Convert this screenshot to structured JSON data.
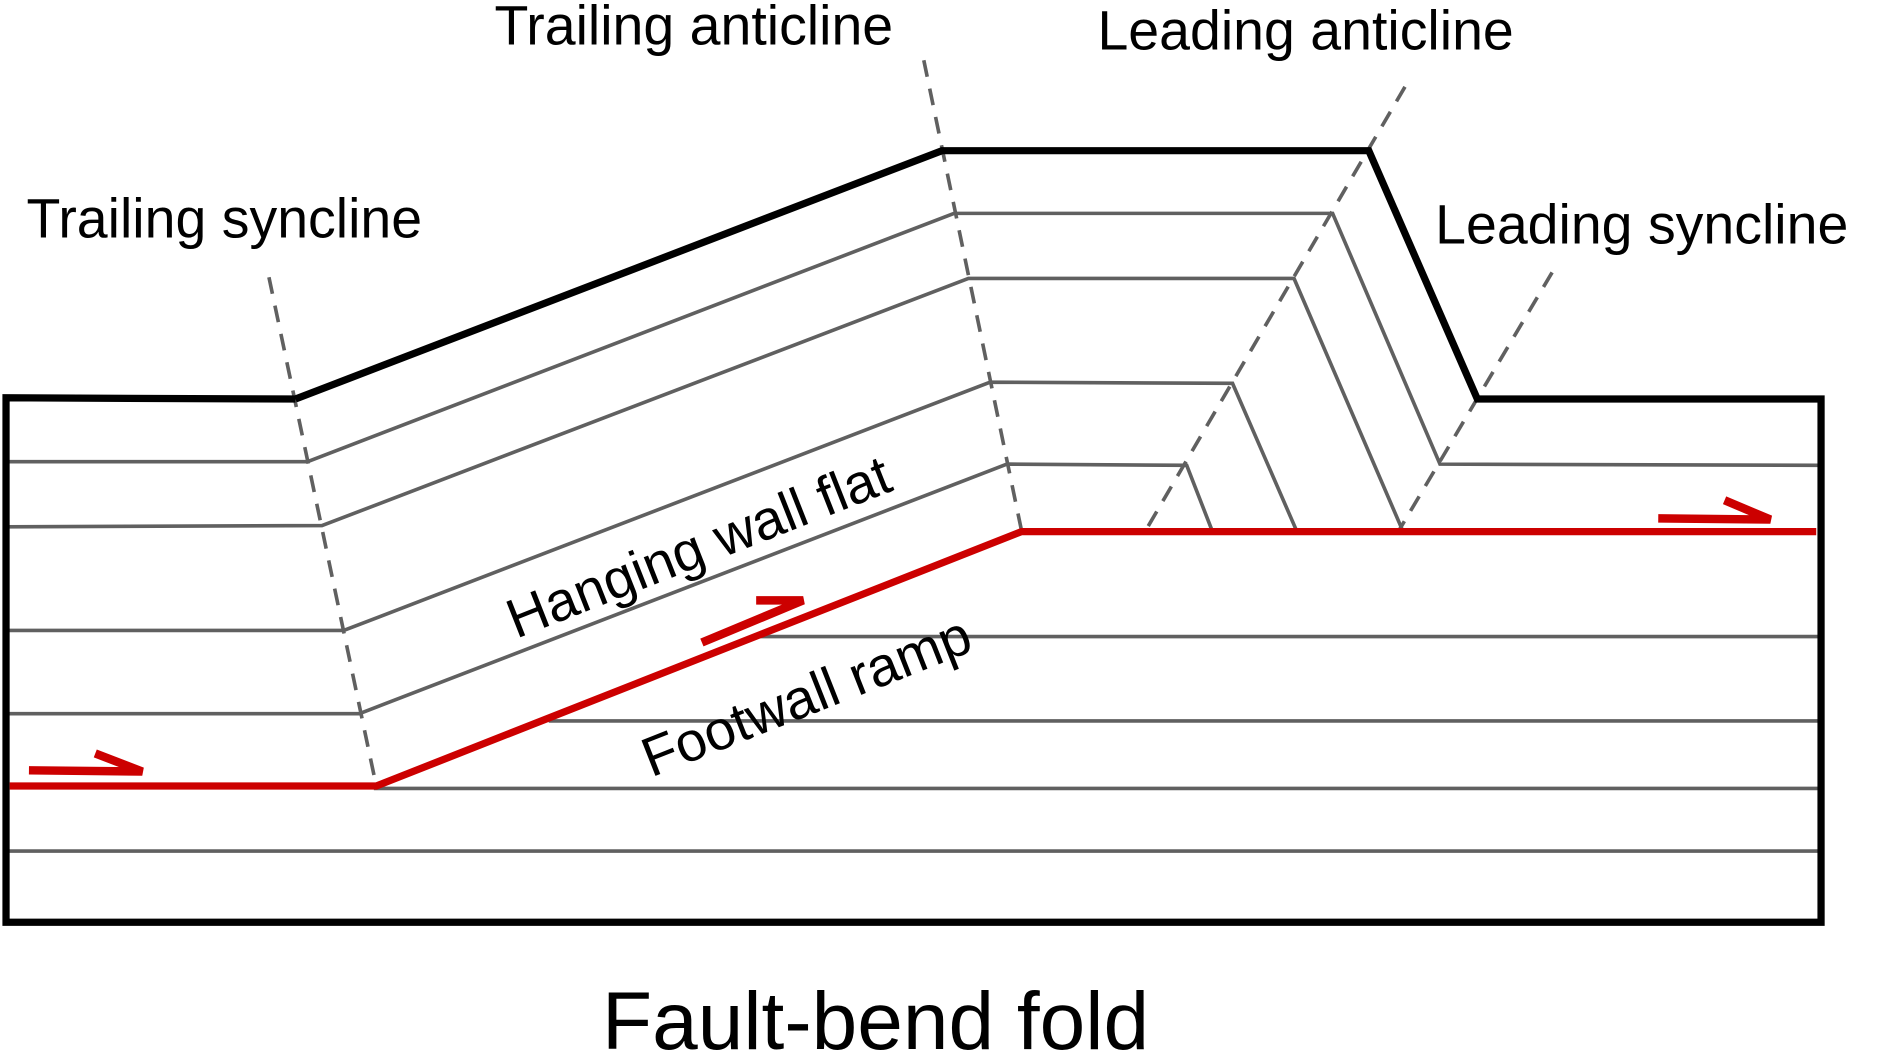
{
  "title": "Fault-bend fold",
  "labels": {
    "trailing_anticline": "Trailing anticline",
    "leading_anticline": "Leading anticline",
    "trailing_syncline": "Trailing syncline",
    "leading_syncline": "Leading syncline",
    "hanging_wall_flat": "Hanging wall flat",
    "footwall_ramp": "Footwall ramp"
  },
  "colors": {
    "fault": "#cc0000",
    "outline": "#000000",
    "beds": "#606060",
    "axial_traces": "#606060"
  }
}
